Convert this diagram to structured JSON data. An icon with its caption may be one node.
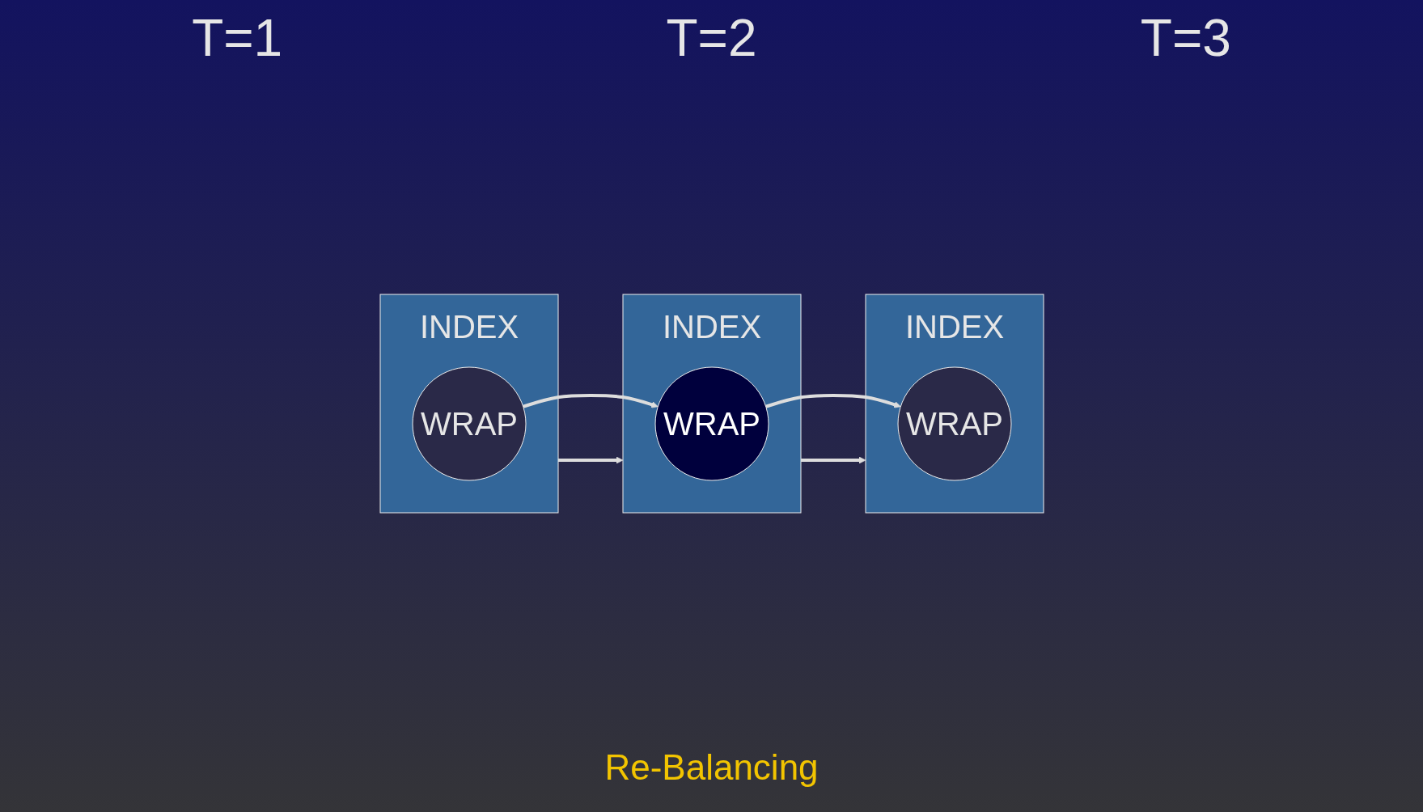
{
  "diagram": {
    "nodes": [
      {
        "text": [
          "INDEX"
        ]
      },
      {
        "text": [
          "WRAP"
        ],
        "in": 0
      },
      {
        "text": [
          "INDEX"
        ]
      },
      {
        "text": [
          "WRAP"
        ],
        "in": 2
      },
      {
        "text": [
          "INDEX"
        ]
      },
      {
        "text": [
          "WRAP"
        ],
        "in": 4
      }
    ],
    "edges": [
      {
        "from": 0,
        "to": 2,
        "arrow": "to"
      },
      {
        "from": 1,
        "to": 3,
        "arrow": "to"
      },
      {
        "from": 2,
        "to": 4,
        "arrow": "to"
      },
      {
        "from": 3,
        "to": 5,
        "arrow": "to"
      }
    ],
    "labels": [
      "T=1",
      "T=2",
      "T=3",
      "Re-Balancing"
    ]
  }
}
